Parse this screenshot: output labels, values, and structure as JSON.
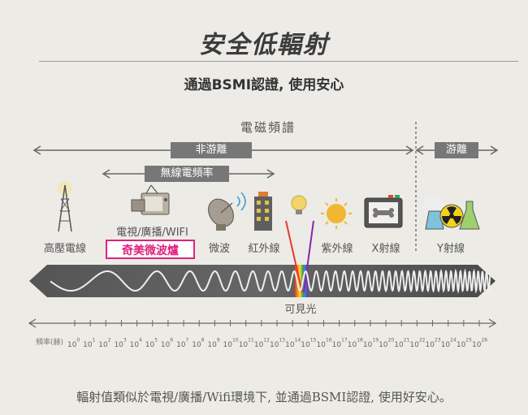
{
  "title": "安全低輻射",
  "subtitle": "通過BSMI認證, 使用安心",
  "spectrum": {
    "title": "電磁頻譜",
    "non_ionizing": "非游離",
    "ionizing": "游離",
    "wireless": "無線電頻率",
    "visible_light": "可見光",
    "highlight": "奇美微波爐",
    "freq_unit": "頻率(赫)",
    "freq_base": "10",
    "exponents": [
      "0",
      "1",
      "2",
      "3",
      "4",
      "5",
      "6",
      "7",
      "8",
      "9",
      "10",
      "11",
      "12",
      "13",
      "14",
      "15",
      "16",
      "17",
      "18",
      "19",
      "20",
      "21",
      "22",
      "23",
      "24",
      "25",
      "26"
    ]
  },
  "bands": [
    {
      "label": "高壓電線",
      "icon": "power-tower-icon"
    },
    {
      "label": "電視/廣播/WIFI",
      "icon": "tv-radio-icon"
    },
    {
      "label": "微波",
      "icon": "satellite-dish-icon"
    },
    {
      "label": "紅外線",
      "icon": "building-icon"
    },
    {
      "label": "紫外線",
      "icon": "sun-icon"
    },
    {
      "label": "X射線",
      "icon": "xray-icon"
    },
    {
      "label": "Y射線",
      "icon": "radiation-icon"
    }
  ],
  "caption": "輻射值類似於電視/廣播/Wifi環境下, 並通過BSMI認證, 使用好安心。",
  "colors": {
    "accent": "#e0217f",
    "pill": "#777777",
    "band": "#555555",
    "background": "#ecebe6"
  }
}
